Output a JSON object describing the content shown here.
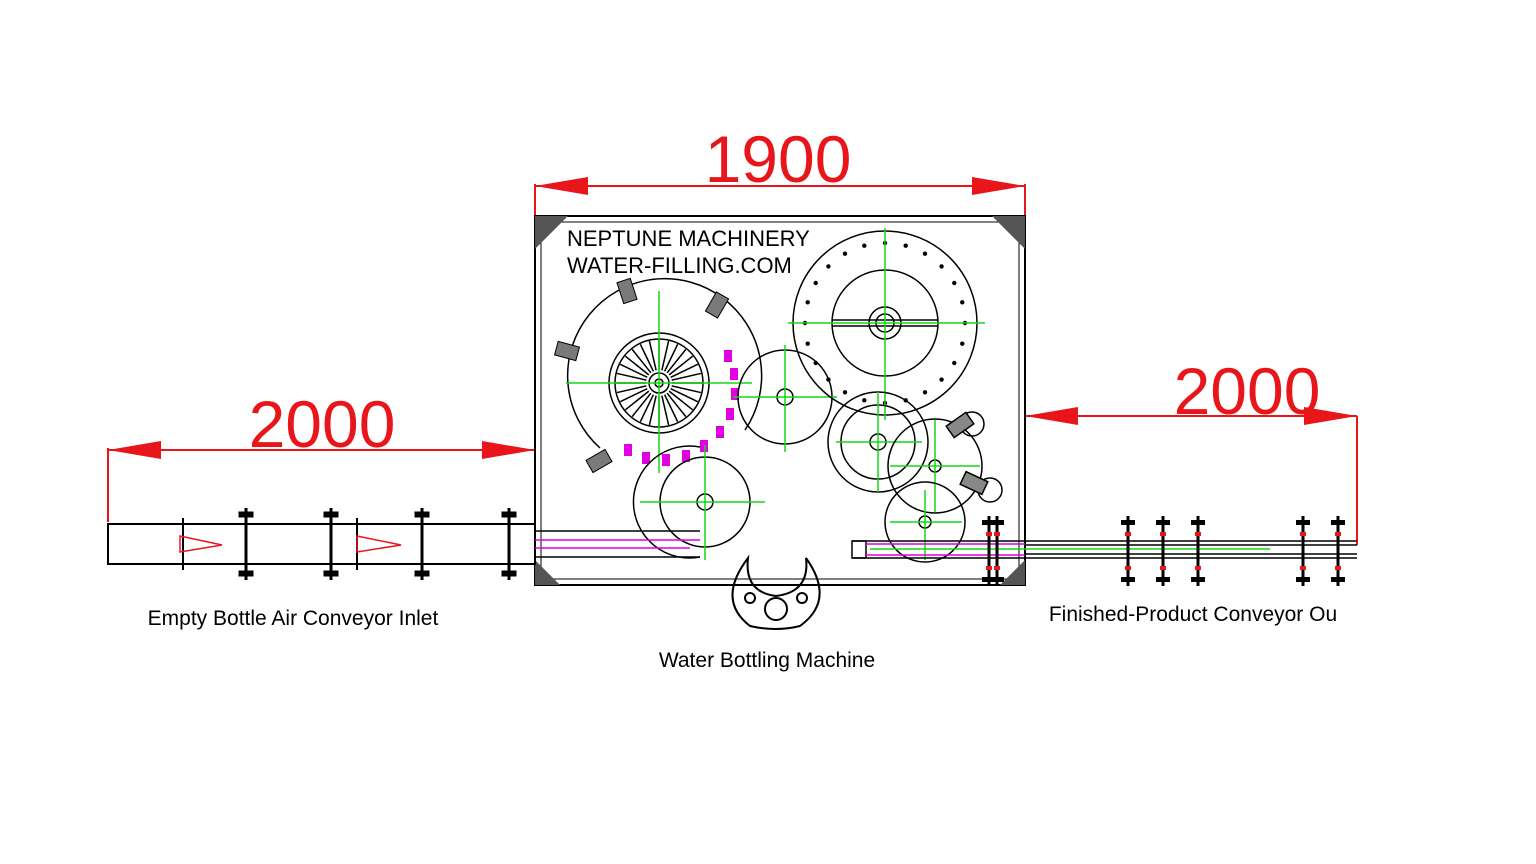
{
  "dimensions": {
    "top_width": "1900",
    "left_length": "2000",
    "right_length": "2000"
  },
  "brand": {
    "line1": "NEPTUNE MACHINERY",
    "line2": "WATER-FILLING.COM"
  },
  "labels": {
    "inlet": "Empty Bottle Air Conveyor Inlet",
    "machine": "Water Bottling Machine",
    "outlet": "Finished-Product Conveyor Ou"
  },
  "colors": {
    "dimension": "#e8161b",
    "centerline": "#16d616",
    "guide": "#e000e0",
    "outline": "#000000"
  }
}
